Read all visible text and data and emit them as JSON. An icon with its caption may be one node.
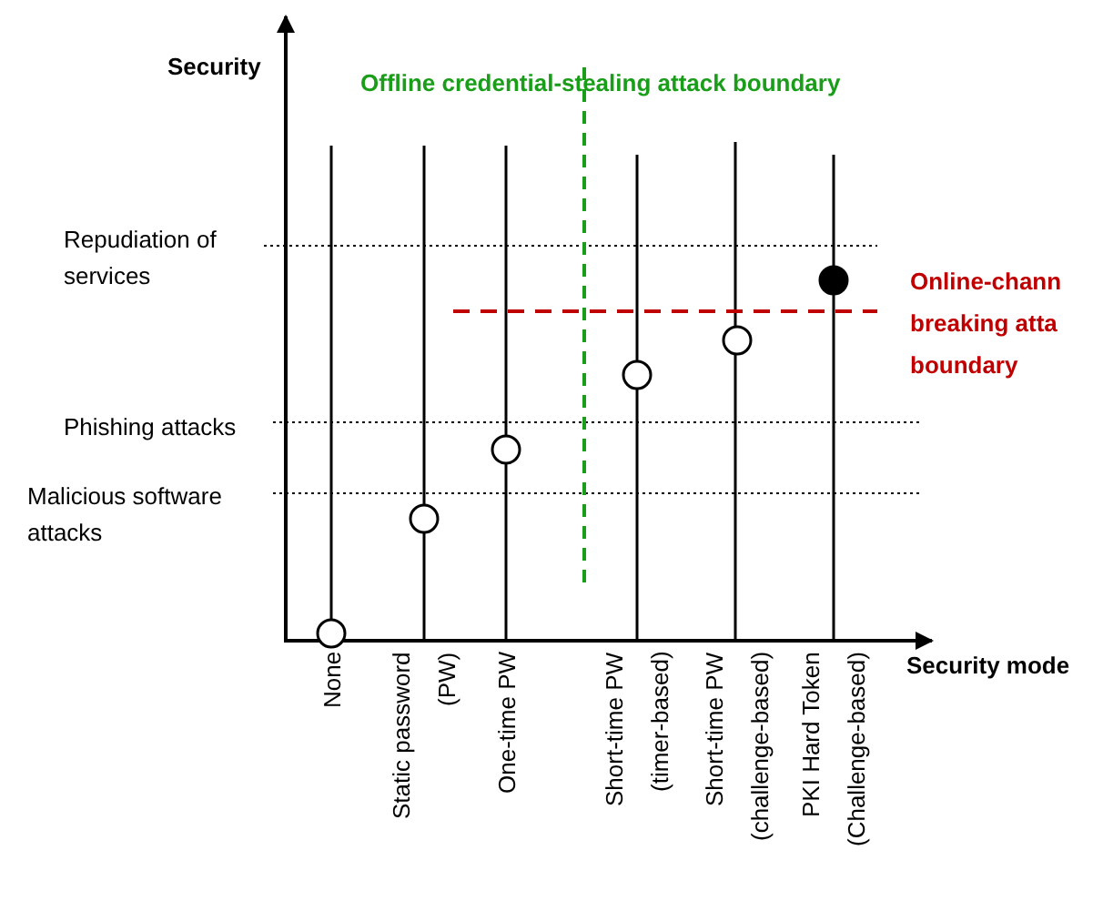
{
  "diagram": {
    "labels": [
      "Security",
      "Offline credential-stealing attack boundary",
      "Repudiation of services",
      "Online-chann breaking atta boundary",
      "Phishing attacks",
      "Malicious software attacks",
      "Security mode",
      "None",
      "Static password (PW)",
      "One-time PW",
      "Short-time PW (timer-based)",
      "Short-time PW (challenge-based)",
      "PKI Hard Token (Challenge-based)"
    ]
  }
}
